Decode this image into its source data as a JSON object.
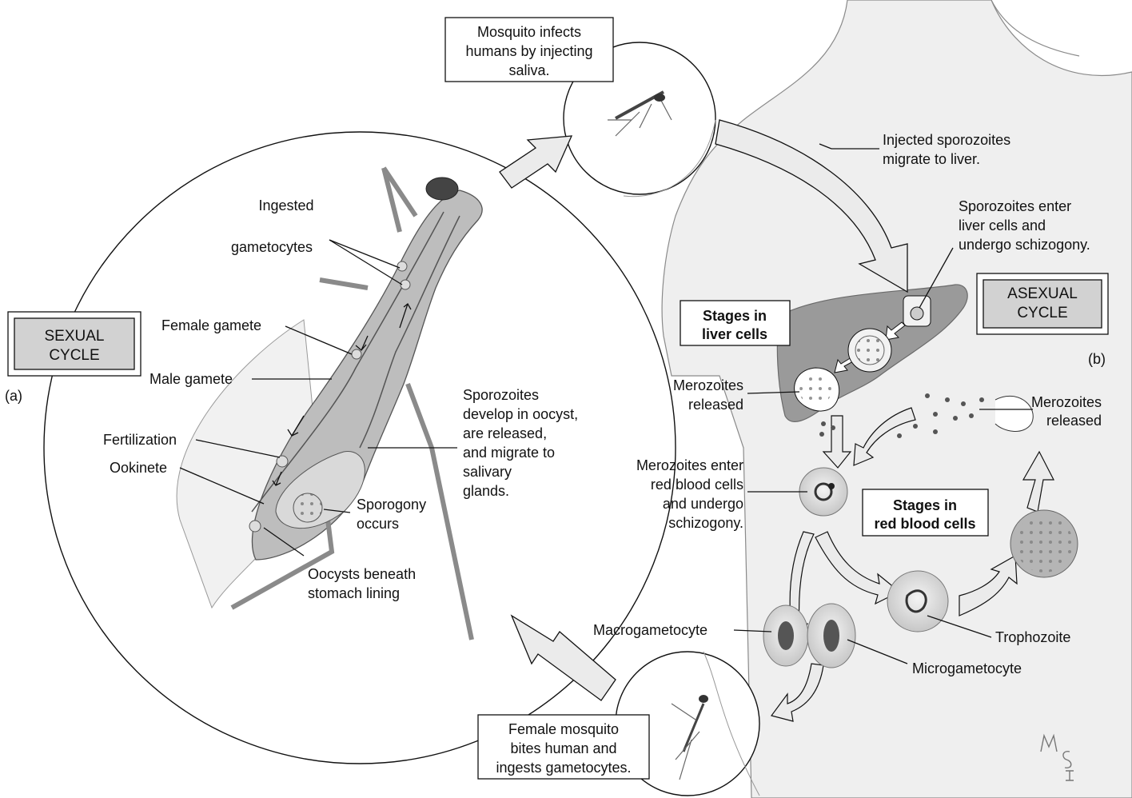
{
  "panels": {
    "a_letter": "(a)",
    "b_letter": "(b)"
  },
  "cycle_boxes": {
    "sexual": [
      "SEXUAL",
      "CYCLE"
    ],
    "asexual": [
      "ASEXUAL",
      "CYCLE"
    ]
  },
  "stage_boxes": {
    "liver": [
      "Stages in",
      "liver cells"
    ],
    "rbc": [
      "Stages in",
      "red blood cells"
    ]
  },
  "callouts": {
    "mosquito_infects": [
      "Mosquito infects",
      "humans by injecting",
      "saliva."
    ],
    "female_bites": [
      "Female mosquito",
      "bites human and",
      "ingests gametocytes."
    ]
  },
  "labels": {
    "injected_sporozoites": [
      "Injected sporozoites",
      "migrate to liver."
    ],
    "sporozoites_enter_liver": [
      "Sporozoites enter",
      "liver cells and",
      "undergo schizogony."
    ],
    "merozoites_released_liver": [
      "Merozoites",
      "released"
    ],
    "merozoites_released_rbc": [
      "Merozoites",
      "released"
    ],
    "merozoites_enter_rbc": [
      "Merozoites enter",
      "red blood cells",
      "and undergo",
      "schizogony."
    ],
    "trophozoite": "Trophozoite",
    "macrogametocyte": "Macrogametocyte",
    "microgametocyte": "Microgametocyte",
    "ingested_gametocytes": [
      "Ingested",
      "gametocytes"
    ],
    "female_gamete": "Female gamete",
    "male_gamete": "Male gamete",
    "fertilization": "Fertilization",
    "ookinete": "Ookinete",
    "sporozoites_develop": [
      "Sporozoites",
      "develop in oocyst,",
      "are released,",
      "and migrate to",
      "salivary",
      "glands."
    ],
    "sporogony": [
      "Sporogony",
      "occurs"
    ],
    "oocysts": [
      "Oocysts beneath",
      "stomach lining"
    ]
  },
  "signature": "MSI",
  "colors": {
    "cycle_box_fill": "#d2d2d2",
    "arrow_fill": "#ebebeb",
    "organ_fill": "#9a9a9a",
    "body_fill": "#efefef",
    "mosquito_fill": "#c2c2c2"
  }
}
